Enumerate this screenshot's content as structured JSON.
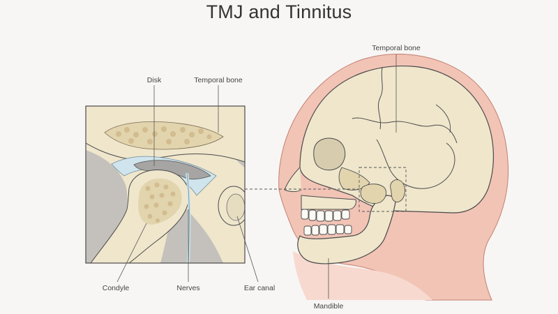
{
  "title": "TMJ and Tinnitus",
  "labels": {
    "disk": "Disk",
    "temporal_bone_inset": "Temporal bone",
    "temporal_bone_skull": "Temporal bone",
    "condyle": "Condyle",
    "nerves": "Nerves",
    "ear_canal": "Ear canal",
    "mandible": "Mandible"
  },
  "colors": {
    "background": "#f7f6f4",
    "bone": "#efe6cc",
    "bone_dark": "#e2d4ad",
    "trabecular": "#d8c39a",
    "skin": "#f2c4b6",
    "skin_light": "#f7d9cf",
    "cartilage": "#cfe4ec",
    "disk": "#a6a5a3",
    "soft_tissue": "#c4c1bc",
    "outline": "#4a4a4a"
  }
}
